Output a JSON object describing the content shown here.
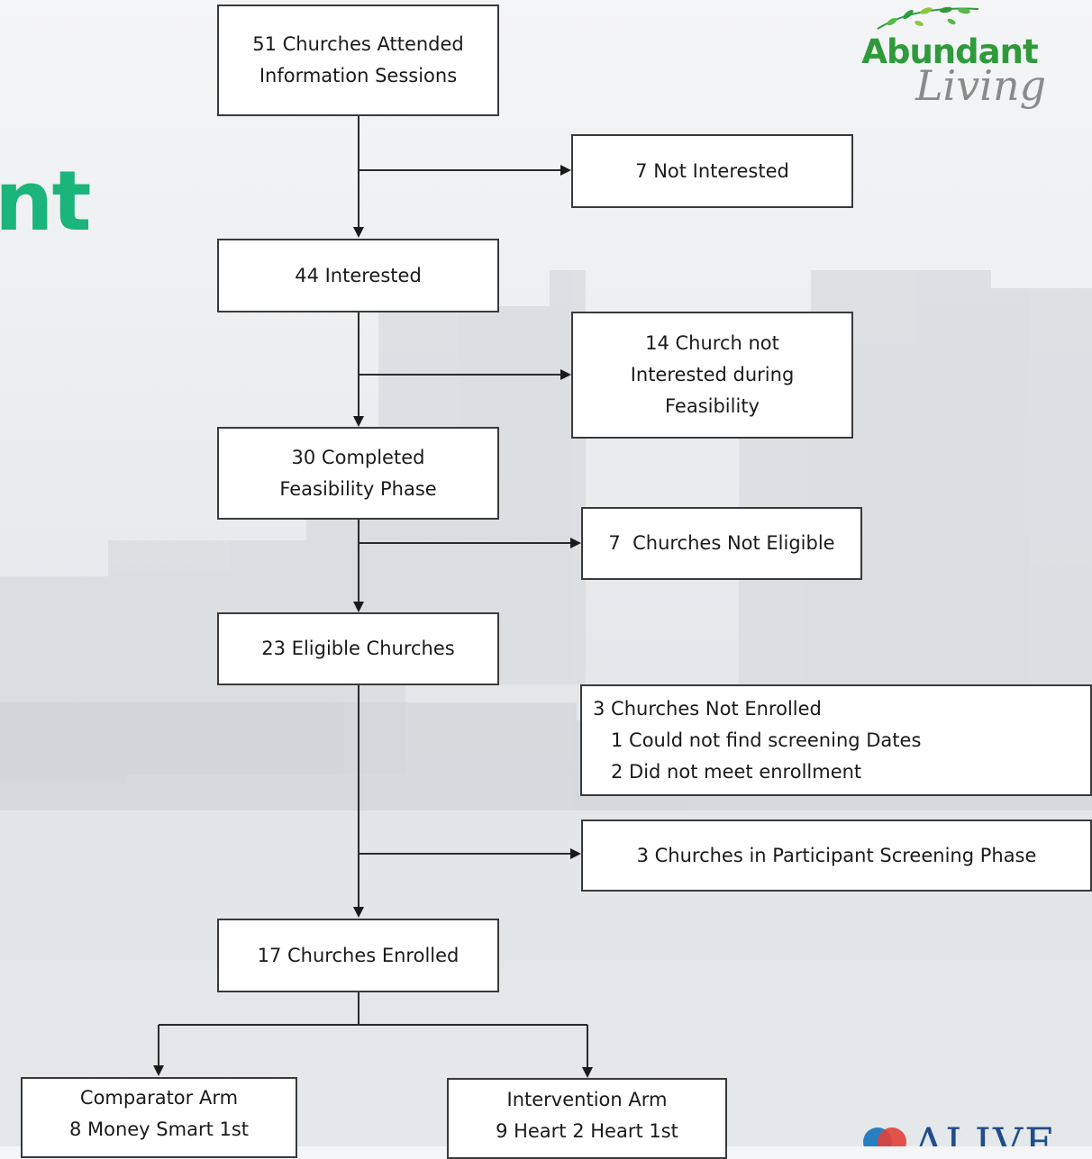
{
  "title_fragment": "nt",
  "logo": {
    "word": "Abundant",
    "script": "Living"
  },
  "alive_logo": {
    "text": "ALIVE"
  },
  "colors": {
    "title_green": "#1bb47a",
    "logo_green": "#2f9a3c",
    "box_border": "#3a3a3a",
    "connector": "#2a2a2a"
  },
  "flow": {
    "sessions": [
      "51 Churches Attended",
      "Information Sessions"
    ],
    "not_interested": [
      "7 Not Interested"
    ],
    "interested": [
      "44 Interested"
    ],
    "feasibility_drop": [
      "14 Church not",
      "Interested during",
      "Feasibility"
    ],
    "completed": [
      "30 Completed",
      "Feasibility Phase"
    ],
    "not_eligible": [
      "7  Churches Not Eligible"
    ],
    "eligible": [
      "23 Eligible Churches"
    ],
    "not_enrolled": [
      "3 Churches Not Enrolled",
      "1 Could not find screening Dates",
      "2 Did not meet enrollment"
    ],
    "screening": [
      "3 Churches in Participant Screening Phase"
    ],
    "enrolled": [
      "17 Churches Enrolled"
    ],
    "comparator": [
      "Comparator Arm",
      "8 Money Smart 1st"
    ],
    "intervention": [
      "Intervention Arm",
      "9 Heart 2 Heart 1st"
    ]
  }
}
